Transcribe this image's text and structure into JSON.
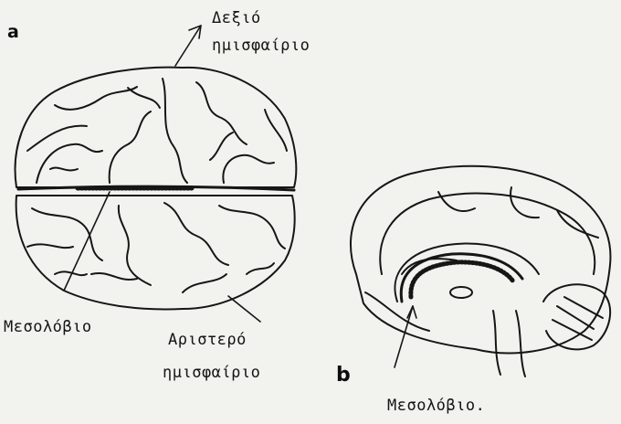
{
  "panels": {
    "a": "a",
    "b": "b"
  },
  "labels": {
    "right_hemisphere": [
      "Δεξιό",
      "ημισφαίριο"
    ],
    "left_hemisphere": [
      "Αριστερό",
      "ημισφαίριο"
    ],
    "corpus_callosum_a": "Μεσολόβιο",
    "corpus_callosum_b": "Μεσολόβιο."
  },
  "colors": {
    "ink": "#151515",
    "paper": "#f2f2ef"
  }
}
